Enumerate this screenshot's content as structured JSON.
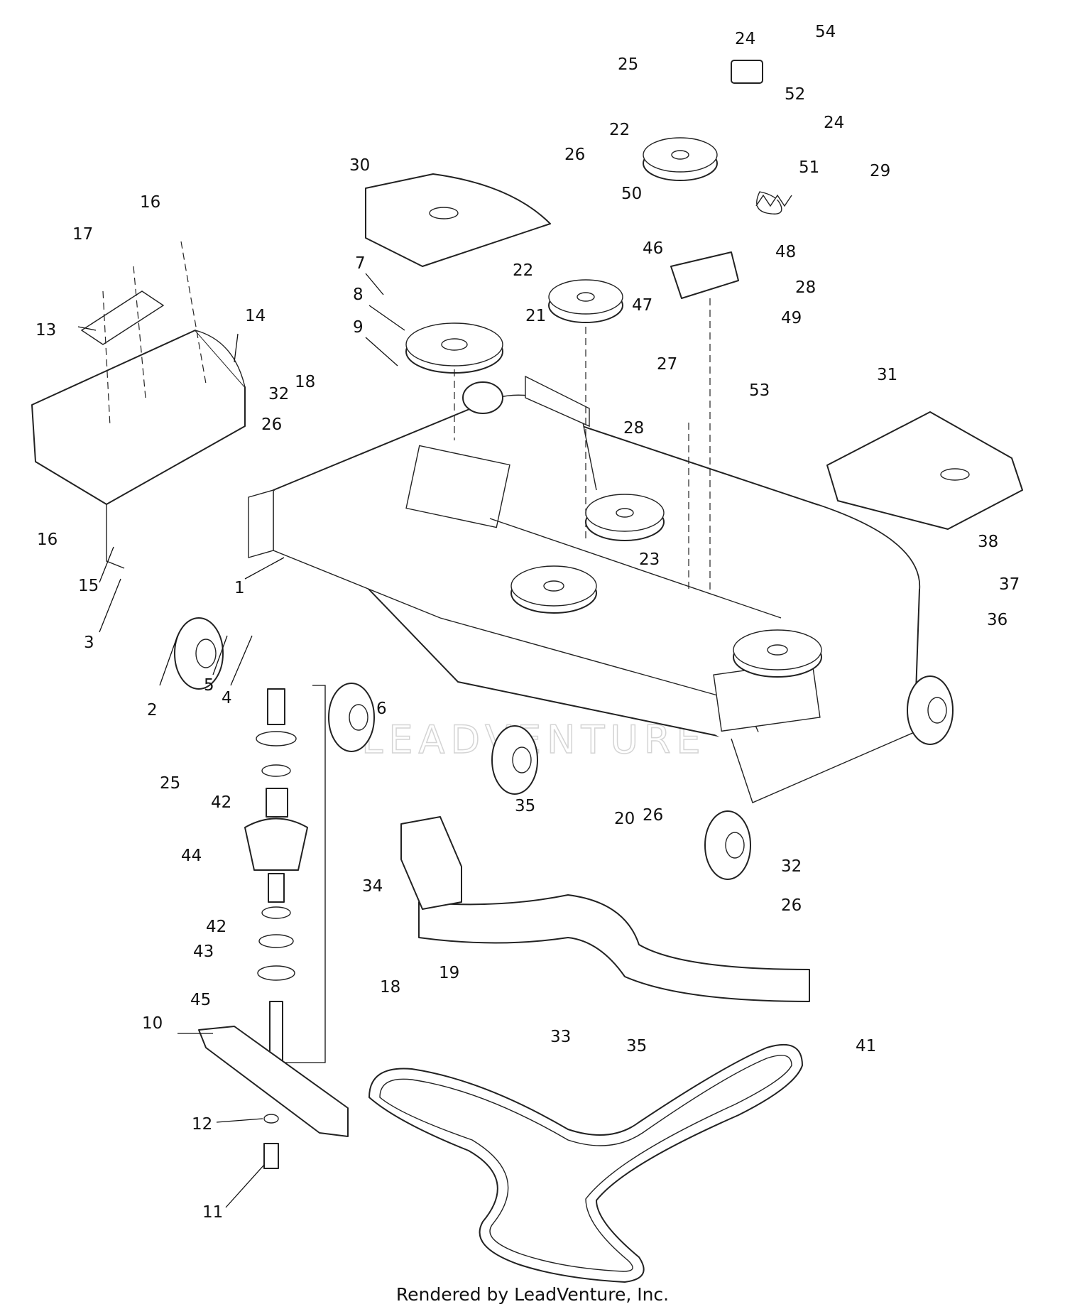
{
  "footer": {
    "text": "Rendered by LeadVenture, Inc."
  },
  "watermark": {
    "text": "LEADVENTURE"
  },
  "callouts": [
    "1",
    "2",
    "3",
    "4",
    "5",
    "6",
    "7",
    "8",
    "9",
    "10",
    "11",
    "12",
    "13",
    "14",
    "15",
    "16",
    "16",
    "17",
    "18",
    "18",
    "19",
    "20",
    "21",
    "22",
    "22",
    "23",
    "24",
    "24",
    "25",
    "25",
    "26",
    "26",
    "26",
    "26",
    "27",
    "28",
    "28",
    "29",
    "30",
    "31",
    "32",
    "32",
    "33",
    "34",
    "35",
    "35",
    "36",
    "37",
    "38",
    "41",
    "42",
    "42",
    "43",
    "44",
    "45",
    "46",
    "47",
    "48",
    "49",
    "50",
    "51",
    "52",
    "53",
    "54"
  ],
  "colors": {
    "line": "#222222",
    "label": "#111111",
    "watermark": "#d4d4d4",
    "background": "#ffffff"
  }
}
